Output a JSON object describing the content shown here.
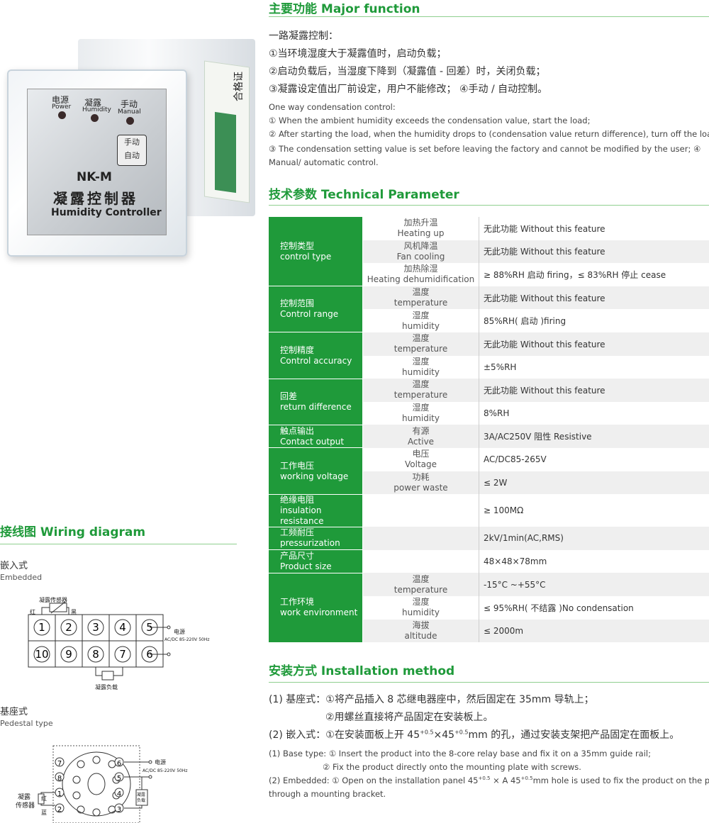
{
  "device": {
    "power_cn": "电源",
    "power_en": "Power",
    "humidity_cn": "凝露",
    "humidity_en": "Humidity",
    "manual_cn": "手动",
    "manual_en": "Manual",
    "btn_manual": "手动",
    "btn_auto": "自动",
    "model": "NK-M",
    "name_cn": "凝露控制器",
    "name_en": "Humidity Controller",
    "label_cert": "合格证"
  },
  "major_function": {
    "title": "主要功能 Major function",
    "cn_lines": [
      "一路凝露控制：",
      "①当环境湿度大于凝露值时，启动负载；",
      "②启动负载后，当湿度下降到（凝露值 - 回差）时，关闭负载；",
      "③凝露设定值出厂前设定，用户不能修改；  ④手动 / 自动控制。"
    ],
    "en_lines": [
      "One way condensation control:",
      "① When the ambient humidity exceeds the condensation value, start the load;",
      "② After starting the load, when the humidity drops to (condensation value return difference), turn off the load;",
      "③ The condensation setting value is set before leaving the factory and cannot be modified by the user; ④ Manual/ automatic control."
    ]
  },
  "technical": {
    "title": "技术参数 Technical Parameter",
    "groups": [
      {
        "cn": "控制类型",
        "en": "control type",
        "rows": [
          {
            "sub_cn": "加热升温",
            "sub_en": "Heating up",
            "value": "无此功能 Without this feature"
          },
          {
            "sub_cn": "风机降温",
            "sub_en": "Fan cooling",
            "value": "无此功能 Without this feature"
          },
          {
            "sub_cn": "加热除湿",
            "sub_en": "Heating dehumidification",
            "value": "≥ 88%RH 启动 firing，≤ 83%RH 停止 cease"
          }
        ]
      },
      {
        "cn": "控制范围",
        "en": "Control range",
        "rows": [
          {
            "sub_cn": "温度",
            "sub_en": "temperature",
            "value": "无此功能 Without this feature"
          },
          {
            "sub_cn": "湿度",
            "sub_en": "humidity",
            "value": "85%RH( 启动 )firing"
          }
        ]
      },
      {
        "cn": "控制精度",
        "en": "Control accuracy",
        "rows": [
          {
            "sub_cn": "温度",
            "sub_en": "temperature",
            "value": "无此功能 Without this feature"
          },
          {
            "sub_cn": "湿度",
            "sub_en": "humidity",
            "value": "±5%RH"
          }
        ]
      },
      {
        "cn": "回差",
        "en": "return difference",
        "rows": [
          {
            "sub_cn": "温度",
            "sub_en": "temperature",
            "value": "无此功能 Without this feature"
          },
          {
            "sub_cn": "湿度",
            "sub_en": "humidity",
            "value": "8%RH"
          }
        ]
      },
      {
        "cn": "触点输出",
        "en": "Contact output",
        "rows": [
          {
            "sub_cn": "有源",
            "sub_en": "Active",
            "value": "3A/AC250V 阻性 Resistive"
          }
        ]
      },
      {
        "cn": "工作电压",
        "en": "working voltage",
        "rows": [
          {
            "sub_cn": "电压",
            "sub_en": "Voltage",
            "value": "AC/DC85-265V"
          },
          {
            "sub_cn": "功耗",
            "sub_en": "power waste",
            "value": "≤ 2W"
          }
        ]
      },
      {
        "cn": "绝缘电阻",
        "en": "insulation resistance",
        "rows": [
          {
            "sub_cn": "",
            "sub_en": "",
            "value": "≥ 100MΩ"
          }
        ]
      },
      {
        "cn": "工频耐压",
        "en": "pressurization",
        "rows": [
          {
            "sub_cn": "",
            "sub_en": "",
            "value": "2kV/1min(AC,RMS)"
          }
        ]
      },
      {
        "cn": "产品尺寸",
        "en": "Product size",
        "rows": [
          {
            "sub_cn": "",
            "sub_en": "",
            "value": "48×48×78mm"
          }
        ]
      },
      {
        "cn": "工作环境",
        "en": "work environment",
        "rows": [
          {
            "sub_cn": "温度",
            "sub_en": "temperature",
            "value": "-15°C ~+55°C"
          },
          {
            "sub_cn": "湿度",
            "sub_en": "humidity",
            "value": "≤ 95%RH( 不结露 )No condensation"
          },
          {
            "sub_cn": "海拔",
            "sub_en": "altitude",
            "value": "≤ 2000m"
          }
        ]
      }
    ]
  },
  "installation": {
    "title": "安装方式 Installation method",
    "cn_line1": "(1) 基座式：①将产品插入 8 芯继电器座中，然后固定在 35mm 导轨上；",
    "cn_line2": "②用螺丝直接将产品固定在安装板上。",
    "cn_line3a": "(2) 嵌入式：①在安装面板上开 45",
    "cn_sup1": "+0.5",
    "cn_line3b": "×45",
    "cn_sup2": "+0.5",
    "cn_line3c": "mm 的孔，通过安装支架把产品固定在面板上。",
    "en_line1": "(1) Base type: ① Insert the product into the 8-core relay base and fix it on a 35mm guide rail;",
    "en_line2": "② Fix the product directly onto the mounting plate with screws.",
    "en_line3a": "(2) Embedded: ① Open on the installation panel  45",
    "en_sup1": "+0.5",
    "en_line3b": " × A 45",
    "en_sup2": "+0.5",
    "en_line3c": "mm hole is used to fix the product on the panel",
    "en_line4": "through a mounting bracket."
  },
  "wiring": {
    "title": "接线图 Wiring diagram",
    "embedded_cn": "嵌入式",
    "embedded_en": "Embedded",
    "pedestal_cn": "基座式",
    "pedestal_en": "Pedestal type",
    "sensor": "凝露传感器",
    "red": "红",
    "black": "黑",
    "blue": "蓝",
    "power": "电源",
    "supply": "AC/DC 85-220V  50Hz",
    "load": "凝露负载",
    "sensor_2line_a": "凝露",
    "sensor_2line_b": "传感器",
    "load_2line_a": "凝露",
    "load_2line_b": "负载",
    "top_terminals": [
      "1",
      "2",
      "3",
      "4",
      "5"
    ],
    "bottom_terminals": [
      "10",
      "9",
      "8",
      "7",
      "6"
    ],
    "pedestal_left": [
      "7",
      "8",
      "1",
      "2"
    ],
    "pedestal_right": [
      "6",
      "5",
      "4",
      "3"
    ]
  }
}
